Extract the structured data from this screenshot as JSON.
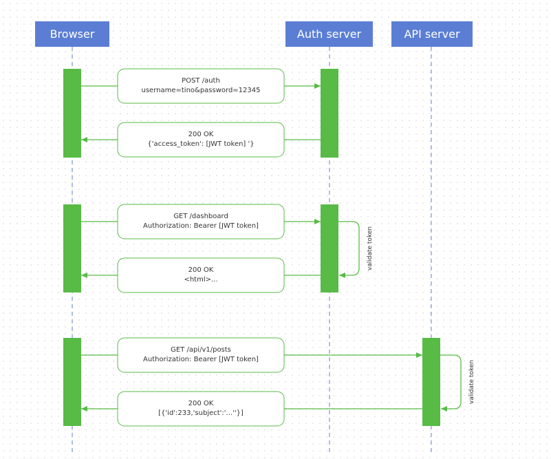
{
  "actors": [
    {
      "id": "browser",
      "label": "Browser"
    },
    {
      "id": "auth",
      "label": "Auth server"
    },
    {
      "id": "api",
      "label": "API server"
    }
  ],
  "colors": {
    "actor_fill": "#5b7ed4",
    "activation_fill": "#57bb45",
    "arrow": "#57bb45",
    "lifeline": "#5b7ed4",
    "text": "#333333"
  },
  "messages": [
    {
      "from": "browser",
      "to": "auth",
      "line1": "POST /auth",
      "line2": "username=tino&password=12345"
    },
    {
      "from": "auth",
      "to": "browser",
      "line1": "200 OK",
      "line2": "{'access_token': [JWT token] '}"
    },
    {
      "from": "browser",
      "to": "auth",
      "line1": "GET /dashboard",
      "line2": "Authorization: Bearer [JWT token]"
    },
    {
      "from": "auth",
      "to": "browser",
      "line1": "200 OK",
      "line2": "<html>..."
    },
    {
      "from": "browser",
      "to": "api",
      "line1": "GET /api/v1/posts",
      "line2": "Authorization: Bearer [JWT token]"
    },
    {
      "from": "api",
      "to": "browser",
      "line1": "200 OK",
      "line2": "[{'id':233,'subject':'...''}]"
    }
  ],
  "self_calls": [
    {
      "actor": "auth",
      "label": "validate token"
    },
    {
      "actor": "api",
      "label": "validate token"
    }
  ]
}
